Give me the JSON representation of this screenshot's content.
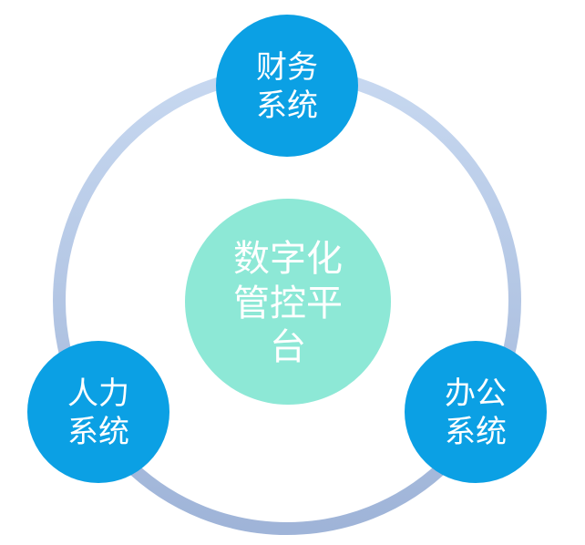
{
  "center": {
    "lines": [
      "数字化",
      "管控平",
      "台"
    ],
    "color": "#8de8d6"
  },
  "nodes": {
    "finance": {
      "lines": [
        "财务",
        "系统"
      ],
      "color": "#0ba0e4"
    },
    "hr": {
      "lines": [
        "人力",
        "系统"
      ],
      "color": "#0ba0e4"
    },
    "office": {
      "lines": [
        "办公",
        "系统"
      ],
      "color": "#0ba0e4"
    }
  },
  "ring": {
    "color_top": "#c7d8f0",
    "color_bottom": "#9fb4d8"
  }
}
